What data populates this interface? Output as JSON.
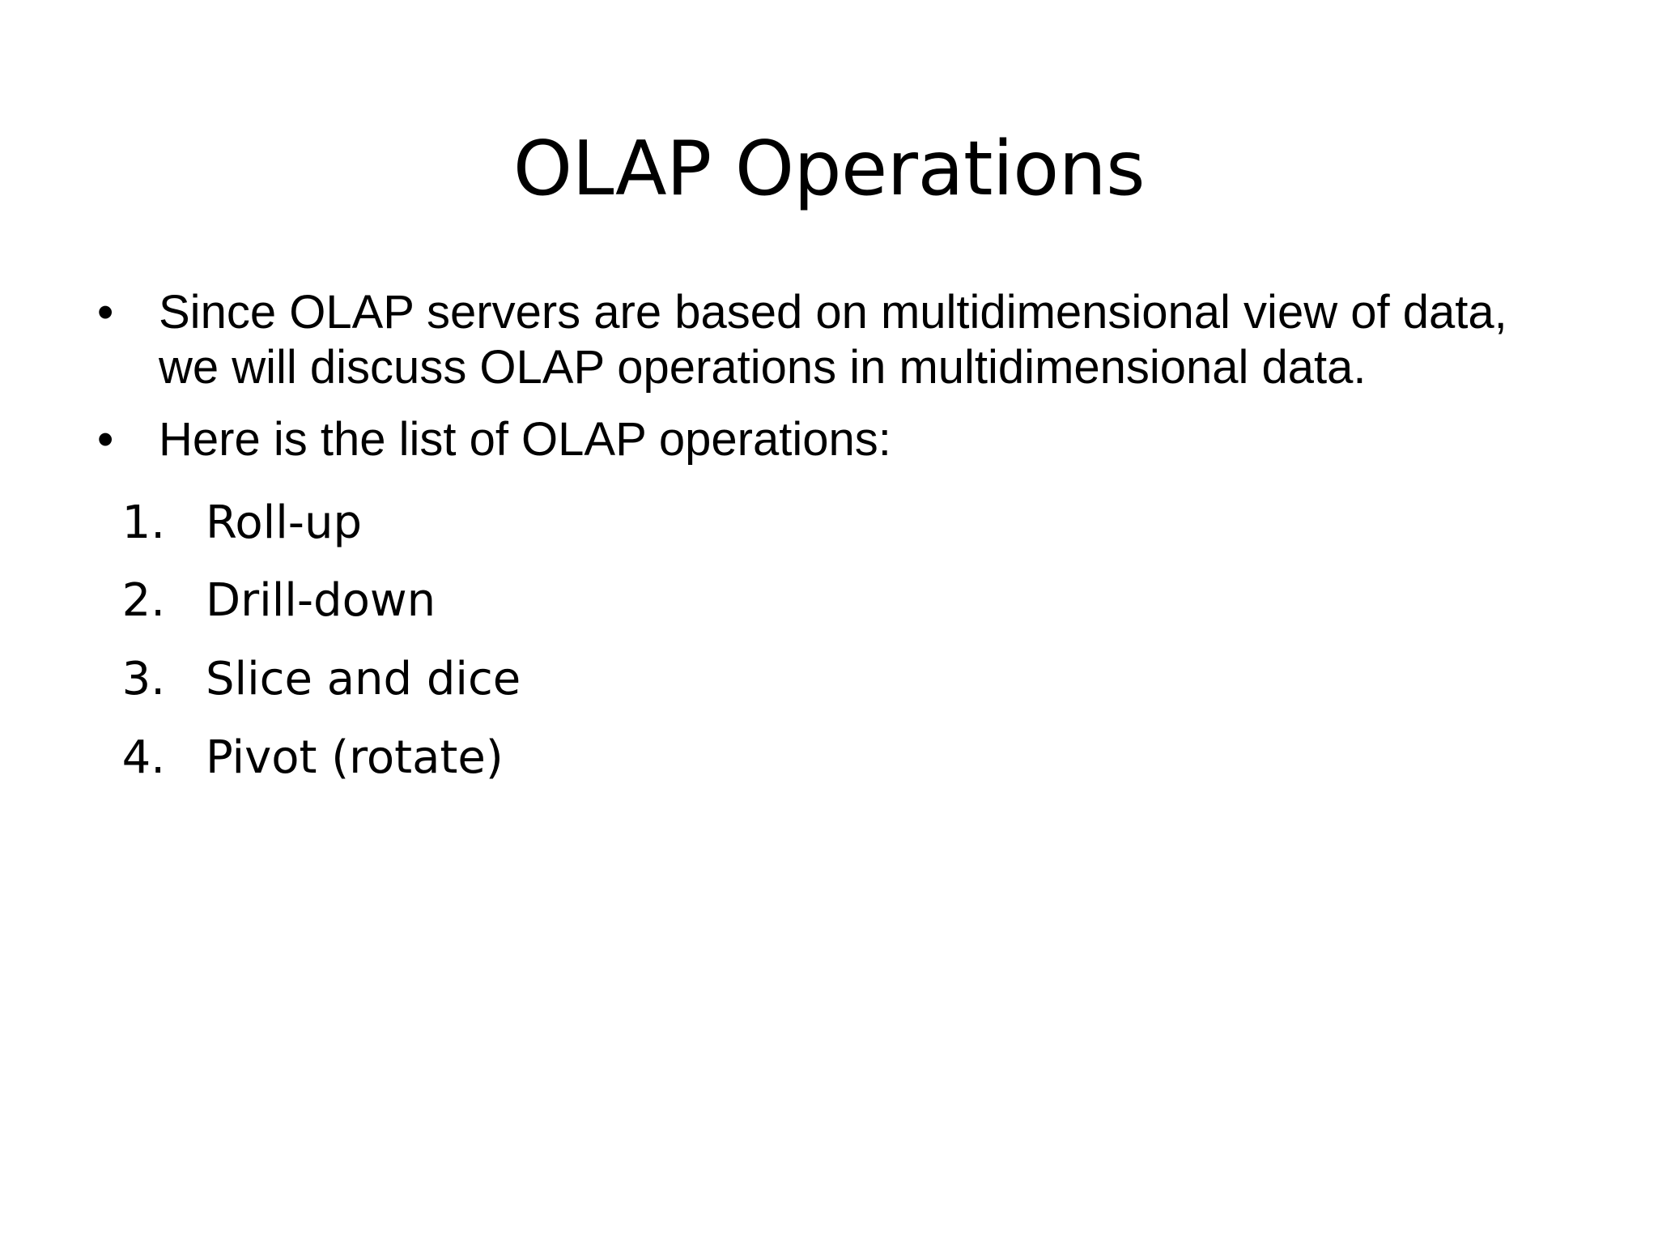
{
  "slide": {
    "title": "OLAP Operations",
    "background_color": "#FFFFFF",
    "text_color": "#000000",
    "bullet_glyph": "•",
    "bullets": [
      {
        "text": "Since OLAP servers are based on multidimensional view of data, we will discuss OLAP operations in multidimensional data.",
        "lines": [
          "Since OLAP servers are based on multidimensional view of",
          "data, we will discuss OLAP operations in multidimensional",
          "data."
        ]
      },
      {
        "text": "Here is the list of OLAP operations:",
        "lines": [
          "Here is the list of OLAP operations:"
        ]
      }
    ],
    "numbered_list": [
      {
        "number": "1.",
        "label": "Roll-up"
      },
      {
        "number": "2.",
        "label": "Drill-down"
      },
      {
        "number": "3.",
        "label": "Slice and dice"
      },
      {
        "number": "4.",
        "label": "Pivot (rotate)"
      }
    ]
  }
}
